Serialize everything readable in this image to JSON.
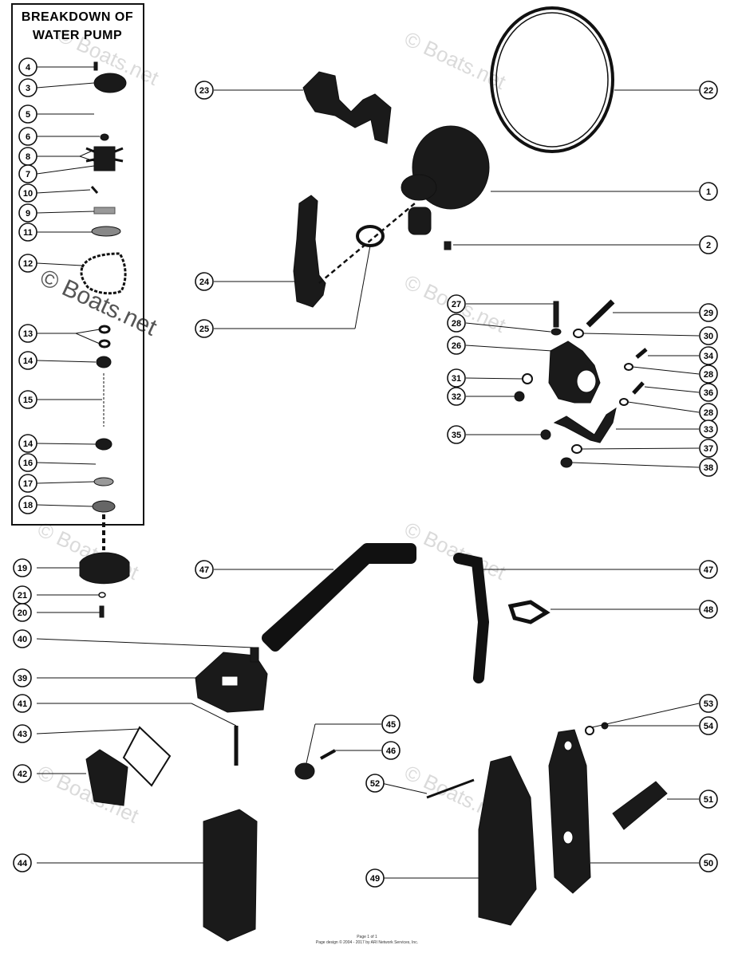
{
  "panel": {
    "title_line1": "BREAKDOWN OF",
    "title_line2": "WATER PUMP"
  },
  "watermark": "© Boats.net",
  "footer": {
    "line1": "Page 1 of 1",
    "line2": "Page design © 2004 - 2017 by ARI Network Services, Inc."
  },
  "callouts": {
    "n1": "1",
    "n2": "2",
    "n3": "3",
    "n4": "4",
    "n5": "5",
    "n6": "6",
    "n7": "7",
    "n8": "8",
    "n9": "9",
    "n10": "10",
    "n11": "11",
    "n12": "12",
    "n13": "13",
    "n14": "14",
    "n15": "15",
    "n16": "16",
    "n17": "17",
    "n18": "18",
    "n19": "19",
    "n20": "20",
    "n21": "21",
    "n22": "22",
    "n23": "23",
    "n24": "24",
    "n25": "25",
    "n26": "26",
    "n27": "27",
    "n28": "28",
    "n29": "29",
    "n30": "30",
    "n31": "31",
    "n32": "32",
    "n33": "33",
    "n34": "34",
    "n35": "35",
    "n36": "36",
    "n37": "37",
    "n38": "38",
    "n39": "39",
    "n40": "40",
    "n41": "41",
    "n42": "42",
    "n43": "43",
    "n44": "44",
    "n45": "45",
    "n46": "46",
    "n47": "47",
    "n48": "48",
    "n49": "49",
    "n50": "50",
    "n51": "51",
    "n52": "52",
    "n53": "53",
    "n54": "54"
  },
  "colors": {
    "ink": "#111111",
    "part": "#1a1a1a",
    "watermark": "#bdbdbd"
  }
}
